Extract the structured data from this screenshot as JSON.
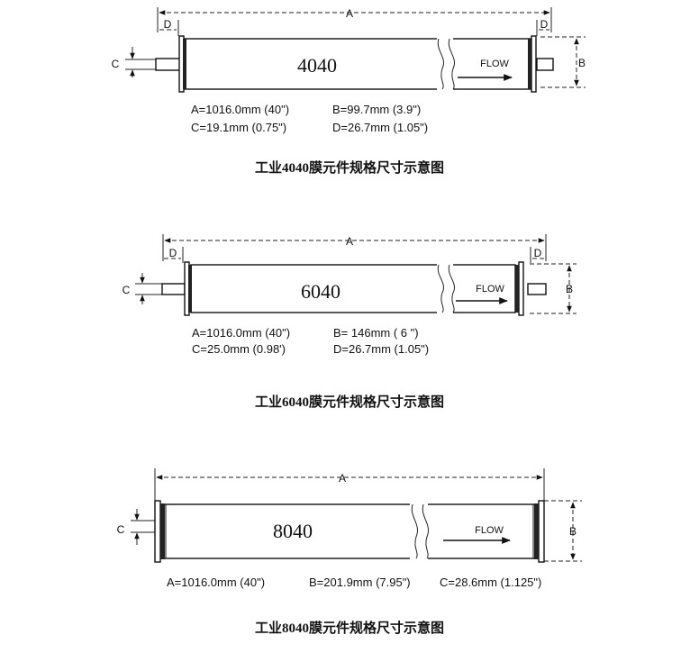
{
  "diagrams": [
    {
      "model": "4040",
      "dim_labels": {
        "a": "A",
        "b": "B",
        "c": "C",
        "d": "D"
      },
      "flow": "FLOW",
      "specs": [
        [
          "A=1016.0mm (40\")",
          "B=99.7mm (3.9\")"
        ],
        [
          "C=19.1mm (0.75\")",
          "D=26.7mm (1.05\")"
        ]
      ],
      "caption": "工业4040膜元件规格尺寸示意图"
    },
    {
      "model": "6040",
      "dim_labels": {
        "a": "A",
        "b": "B",
        "c": "C",
        "d": "D"
      },
      "flow": "FLOW",
      "specs": [
        [
          "A=1016.0mm (40\")",
          "B= 146mm ( 6 \")"
        ],
        [
          "C=25.0mm (0.98')",
          "D=26.7mm (1.05\")"
        ]
      ],
      "caption": "工业6040膜元件规格尺寸示意图"
    },
    {
      "model": "8040",
      "dim_labels": {
        "a": "A",
        "b": "B",
        "c": "C"
      },
      "flow": "FLOW",
      "specs": [
        [
          "A=1016.0mm (40\")",
          "B=201.9mm (7.95\")",
          "C=28.6mm (1.125\")"
        ]
      ],
      "caption": "工业8040膜元件规格尺寸示意图"
    }
  ]
}
